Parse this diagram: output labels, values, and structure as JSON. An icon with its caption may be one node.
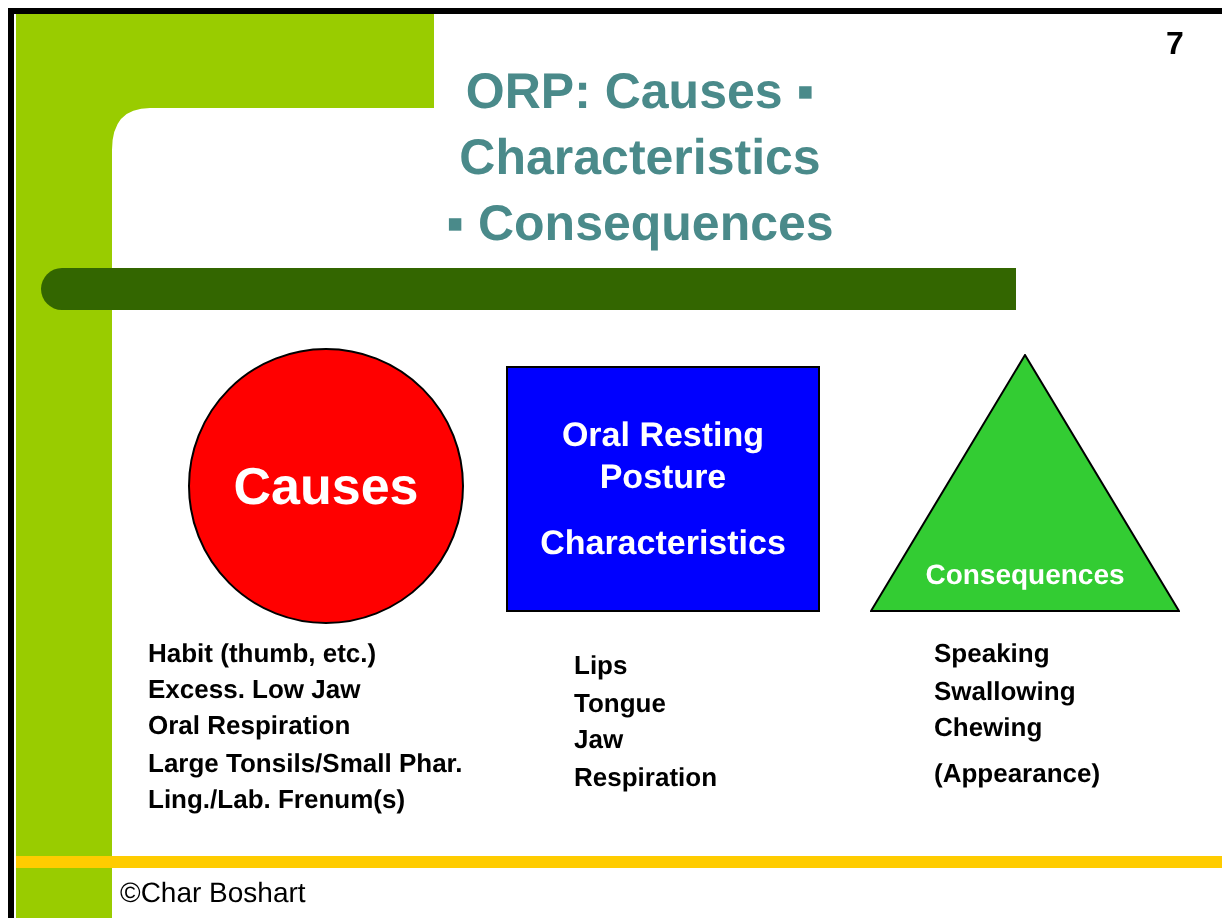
{
  "diagram": {
    "title": "ORP: Causes ▪ Characteristics ▪ Consequences",
    "nodes": [
      {
        "text": [
          "Causes"
        ],
        "beside": [
          "Habit (thumb, etc.)",
          "Excess. Low Jaw",
          "Oral Respiration",
          "Large Tonsils/Small Phar.",
          "Ling./Lab. Frenum(s)"
        ]
      },
      {
        "text": [
          "Oral Resting Posture",
          "Characteristics"
        ],
        "beside": [
          "Lips",
          "Tongue",
          "Jaw",
          "Respiration"
        ]
      },
      {
        "text": [
          "Consequences"
        ],
        "beside": [
          "Speaking",
          "Swallowing",
          "Chewing",
          "(Appearance)"
        ]
      }
    ],
    "labels": [
      "7",
      "©Char Boshart"
    ]
  }
}
